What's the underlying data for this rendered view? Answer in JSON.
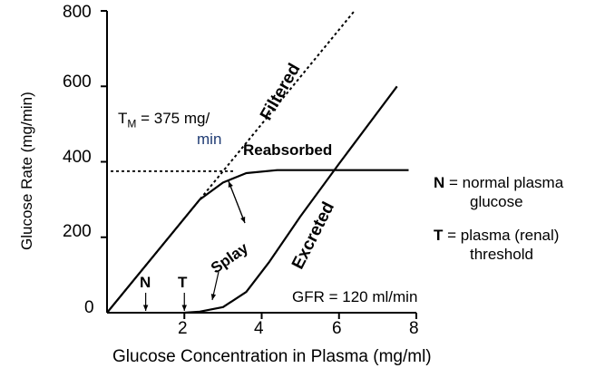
{
  "chart_data": {
    "type": "line",
    "title": "",
    "xlabel": "Glucose Concentration in Plasma (mg/ml)",
    "ylabel": "Glucose Rate (mg/min)",
    "xlim": [
      0,
      8
    ],
    "ylim": [
      0,
      800
    ],
    "x_ticks": [
      "2",
      "4",
      "6",
      "8"
    ],
    "y_ticks": [
      "0",
      "200",
      "400",
      "600",
      "800"
    ],
    "tm_line_value": 375,
    "series": [
      {
        "name": "Filtered",
        "style": "dotted",
        "x": [
          0,
          6.4
        ],
        "y": [
          0,
          800
        ]
      },
      {
        "name": "Reabsorbed",
        "style": "solid",
        "x": [
          0,
          2.4,
          3.0,
          3.6,
          4.4,
          5.2,
          7.8
        ],
        "y": [
          0,
          300,
          345,
          370,
          378,
          378,
          378
        ]
      },
      {
        "name": "Excreted",
        "style": "solid",
        "x": [
          2.0,
          2.4,
          3.0,
          3.6,
          4.2,
          5.0,
          6.0,
          7.5
        ],
        "y": [
          0,
          3,
          15,
          55,
          135,
          255,
          395,
          600
        ]
      }
    ],
    "annotations": {
      "tm_prefix": "T",
      "tm_sub": "M",
      "tm_value": " = 375 mg/",
      "tm_unit": "min",
      "splay": "Splay",
      "n_marker": "N",
      "t_marker": "T",
      "gfr": "GFR = 120 ml/min"
    },
    "legend_notes": {
      "n_key": "N",
      "n_text_1": " = normal plasma",
      "n_text_2": "glucose",
      "t_key": "T",
      "t_text_1": " = plasma (renal)",
      "t_text_2": "threshold"
    },
    "colors": {
      "line": "#000000",
      "tm_unit": "#1f3b73"
    }
  }
}
